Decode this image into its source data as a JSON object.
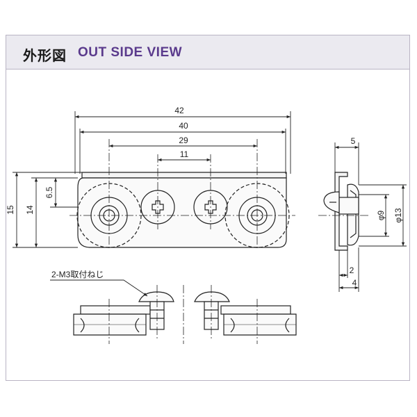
{
  "header": {
    "title_jp": "外形図",
    "title_en": "OUT SIDE VIEW",
    "title_en_color": "#5a3a8c"
  },
  "front_view": {
    "dims": {
      "overall": "42",
      "body": "40",
      "roller_pitch": "29",
      "screw_pitch": "11",
      "height_overall": "15",
      "height_roller": "14",
      "height_center": "6.5"
    }
  },
  "side_view": {
    "dims": {
      "width": "5",
      "thickness_2": "2",
      "thickness_4": "4",
      "dia_inner": "φ9",
      "dia_outer": "φ13"
    }
  },
  "bottom_view": {
    "callout": "2-M3取付ねじ"
  }
}
